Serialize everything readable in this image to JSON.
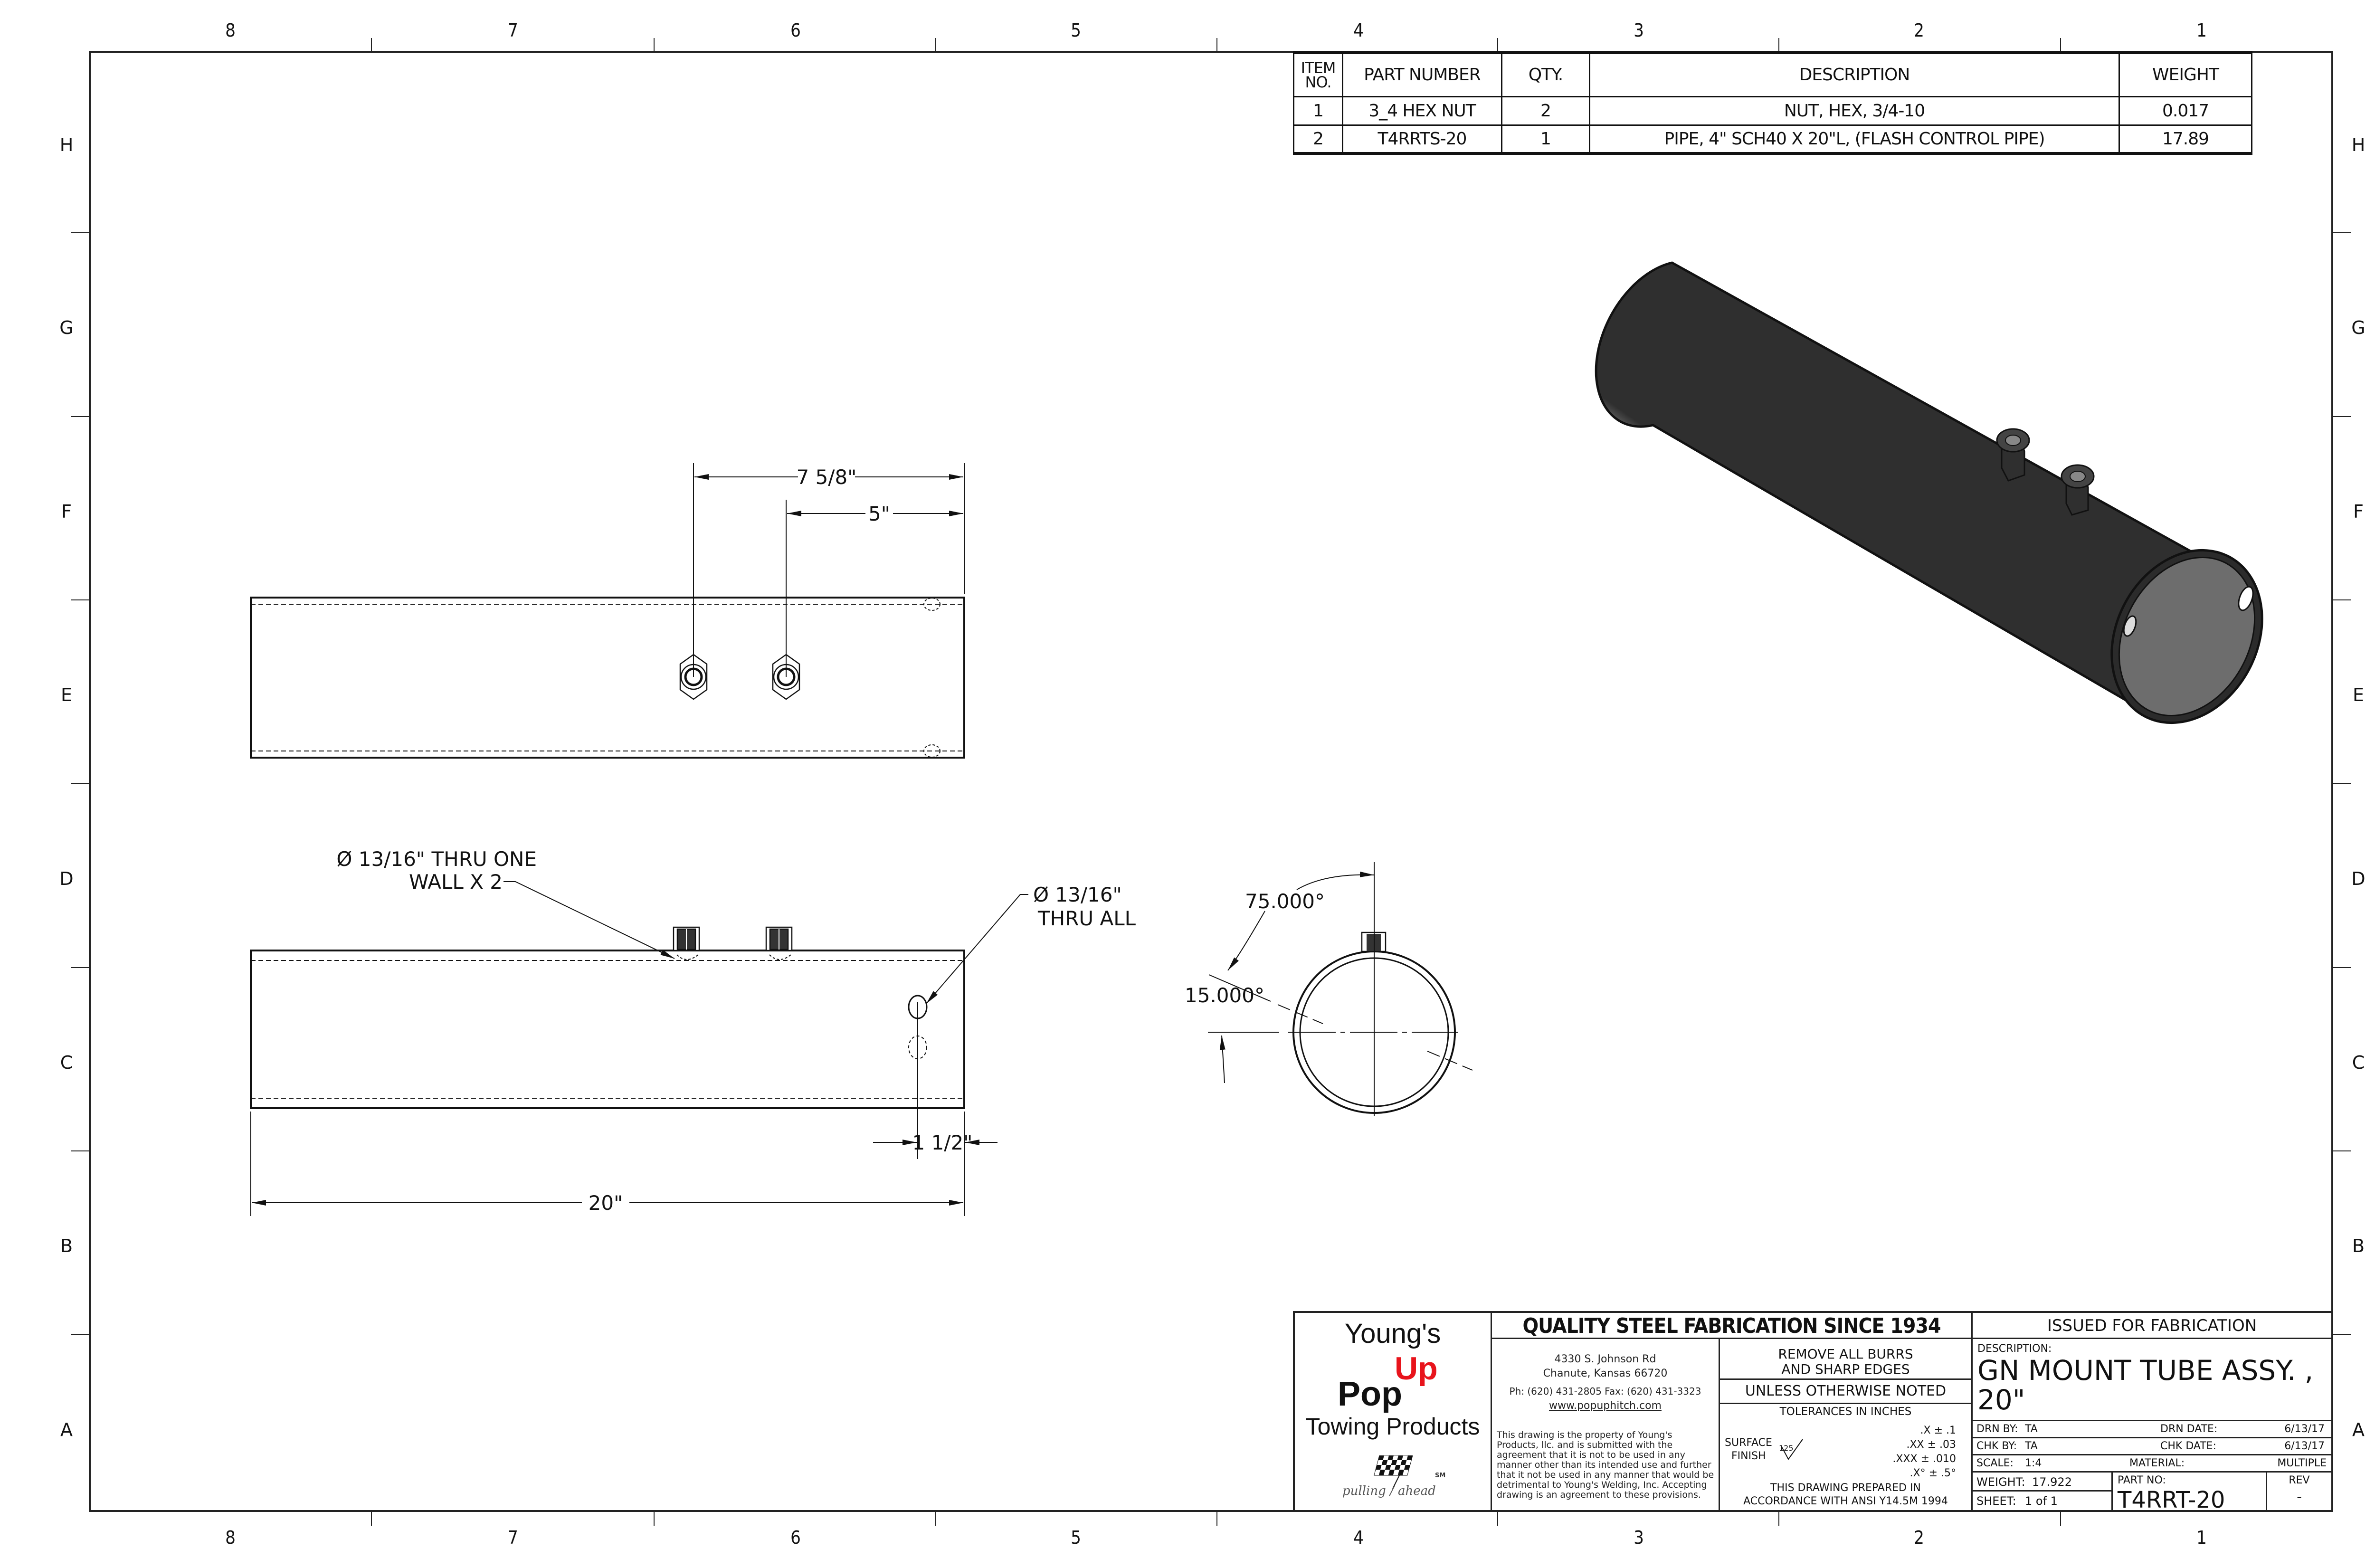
{
  "sheet": {
    "zones_top": [
      "8",
      "7",
      "6",
      "5",
      "4",
      "3",
      "2",
      "1"
    ],
    "zones_side": [
      "H",
      "G",
      "F",
      "E",
      "D",
      "C",
      "B",
      "A"
    ],
    "line_color": "#222222",
    "accent_red": "#e8141c"
  },
  "bom": {
    "headers": {
      "item_no": "ITEM NO.",
      "item_no_line1": "ITEM",
      "item_no_line2": "NO.",
      "part_number": "PART NUMBER",
      "qty": "QTY.",
      "description": "DESCRIPTION",
      "weight": "WEIGHT"
    },
    "rows": [
      {
        "item": "1",
        "part_number": "3_4 HEX NUT",
        "qty": "2",
        "description": "NUT, HEX, 3/4-10",
        "weight": "0.017"
      },
      {
        "item": "2",
        "part_number": "T4RRTS-20",
        "qty": "1",
        "description": "PIPE, 4\" SCH40 X 20\"L, (FLASH CONTROL PIPE)",
        "weight": "17.89"
      }
    ]
  },
  "views": {
    "top_view": {
      "dim_nut1": "7 5/8\"",
      "dim_nut2": "5\""
    },
    "front_view": {
      "callout_one_wall_line1": "Ø 13/16\" THRU ONE",
      "callout_one_wall_line2": "WALL X 2",
      "callout_thru_all_line1": "Ø 13/16\"",
      "callout_thru_all_line2": "THRU ALL",
      "dim_hole_offset": "1 1/2\"",
      "dim_length": "20\""
    },
    "end_view": {
      "angle_large": "75.000°",
      "angle_small": "15.000°"
    },
    "isometric_view": {
      "label": "isometric-tube-render",
      "body_color": "#5a5a5a",
      "highlight_color": "#a8a8a8"
    }
  },
  "title_block": {
    "logo": {
      "line1": "Young's",
      "pop": "Pop",
      "up": "Up",
      "line3": "Towing Products",
      "tagline_left": "pulling",
      "tagline_right": "ahead",
      "service_mark": "SM"
    },
    "banner": "QUALITY STEEL FABRICATION SINCE 1934",
    "company": {
      "address1": "4330 S. Johnson Rd",
      "address2": "Chanute, Kansas 66720",
      "phone": "Ph: (620) 431-2805 Fax: (620) 431-3323",
      "website": "www.popuphitch.com",
      "legal": "This drawing is the property of Young's Products, llc. and is submitted with the agreement that it is not to be used in any manner other than its intended use and further that it not be used in any manner that would be detrimental to Young's Welding, Inc. Accepting drawing is an agreement to these provisions."
    },
    "notes": {
      "burrs_line1": "REMOVE ALL BURRS",
      "burrs_line2": "AND SHARP EDGES",
      "unless": "UNLESS OTHERWISE NOTED",
      "tolerances_title": "TOLERANCES IN INCHES",
      "surface": "SURFACE",
      "finish": "FINISH",
      "finish_value": "125",
      "tolerances": [
        ".X ± .1",
        ".XX ± .03",
        ".XXX ± .010",
        ".X° ± .5°"
      ],
      "ansi_line1": "THIS DRAWING PREPARED IN",
      "ansi_line2": "ACCORDANCE WITH ANSI Y14.5M 1994"
    },
    "status": "ISSUED FOR FABRICATION",
    "description_label": "DESCRIPTION:",
    "description": "GN MOUNT TUBE ASSY. , 20\"",
    "drn_by_label": "DRN BY:",
    "drn_by": "TA",
    "drn_date_label": "DRN DATE:",
    "drn_date": "6/13/17",
    "chk_by_label": "CHK BY:",
    "chk_by": "TA",
    "chk_date_label": "CHK DATE:",
    "chk_date": "6/13/17",
    "scale_label": "SCALE:",
    "scale": "1:4",
    "material_label": "MATERIAL:",
    "material": "MULTIPLE",
    "weight_label": "WEIGHT:",
    "weight": "17.922",
    "sheet_label": "SHEET:",
    "sheet": "1 of 1",
    "part_no_label": "PART NO:",
    "part_no": "T4RRT-20",
    "rev_label": "REV",
    "rev": "-"
  }
}
